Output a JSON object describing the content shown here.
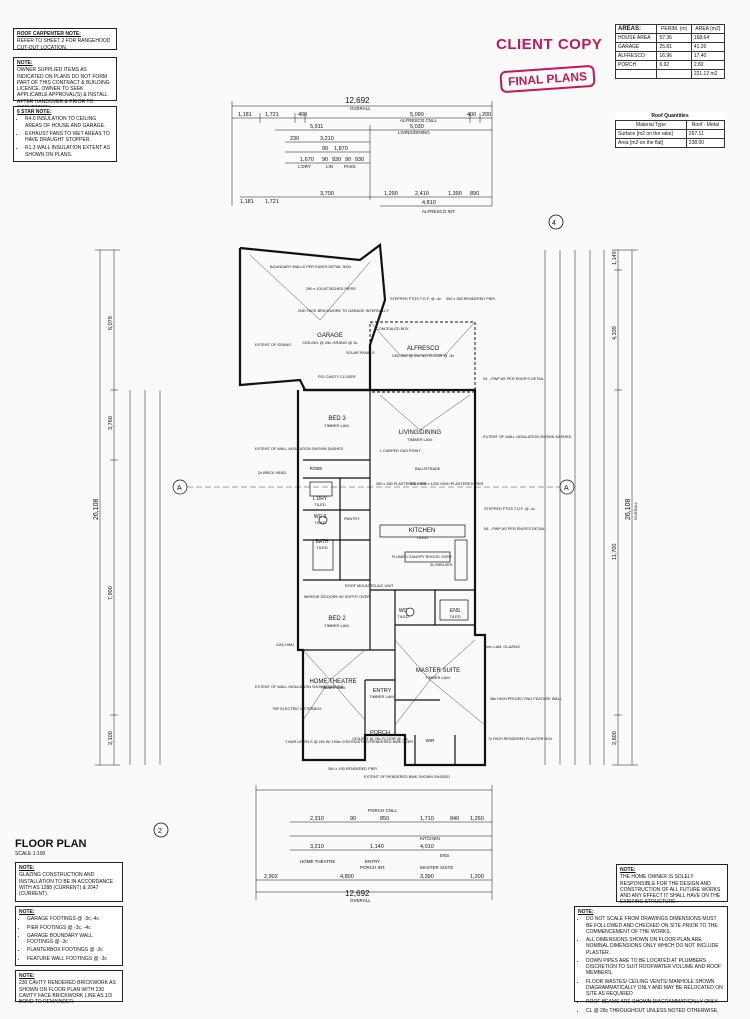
{
  "notes": {
    "roof_carpenter": {
      "title": "ROOF CARPENTER NOTE:",
      "text": "REFER TO SHEET 2 FOR RANGEHOOD CUT-OUT LOCATION."
    },
    "owner": {
      "title": "NOTE:",
      "text": "OWNER SUPPLIED ITEMS AS INDICATED ON PLANS DO NOT FORM PART OF THIS CONTRACT & BUILDING LICENCE. OWNER TO SEEK APPLICABLE APPROVAL(S) & INSTALL AFTER HANDOVER & PRIOR TO OCCUPATION."
    },
    "star": {
      "title": "6 STAR NOTE:",
      "items": [
        "R4.0 INSULATION TO CEILING AREAS OF HOUSE AND GARAGE.",
        "EXHAUST FANS TO WET AREAS TO HAVE DRAUGHT STOPPER.",
        "R1.3 WALL INSULATION EXTENT AS SHOWN ON PLANS."
      ]
    },
    "glazing": {
      "title": "NOTE:",
      "text": "GLAZING CONSTRUCTION AND INSTALLATION TO BE IN ACCORDANCE WITH AS 1288 (CURRENT) & 2047 (CURRENT)."
    },
    "footings": {
      "title": "NOTE:",
      "items": [
        "GARAGE FOOTINGS @ -3c,-4c",
        "PIER FOOTINGS @ -3c, -4c",
        "GARAGE BOUNDARY WALL FOOTINGS @ -3c",
        "PLANTERBOX FOOTINGS @ -3c",
        "FEATURE WALL FOOTINGS @ -3c"
      ]
    },
    "cavity": {
      "title": "NOTE:",
      "text": "230 CAVITY RENDERED BRICKWORK AS SHOWN ON FLOOR PLAN WITH 230 CAVITY FACE BRICKWORK LINE AS 1/3 BOND TO REMAINDER."
    },
    "owner_resp": {
      "title": "NOTE:",
      "text": "THE HOME OWNER IS SOLELY RESPONSIBLE FOR THE DESIGN AND CONSTRUCTION OF ALL FUTURE WORKS AND ANY EFFECT IT SHALL HAVE ON THE EXISTING STRUCTURE."
    },
    "general": {
      "title": "NOTE:",
      "items": [
        "DO NOT SCALE FROM DRAWINGS DIMENSIONS MUST BE FOLLOWED AND CHECKED ON SITE PRIOR TO THE COMMENCEMENT OF THE WORKS.",
        "ALL DIMENSIONS SHOWN ON FLOOR PLAN ARE NOMINAL DIMENSIONS ONLY WHICH DO NOT INCLUDE PLASTER.",
        "DOWN PIPES ARE TO BE LOCATED AT PLUMBERS DISCRETION TO SUIT ROOFWATER VOLUME AND ROOF MEMBERS.",
        "FLOOR WASTES/ CEILING VENTS/ MANHOLE SHOWN DIAGRAMMATICALLY ONLY AND MAY BE RELOCATED ON SITE AS REQUIRED",
        "ROOF BEAMS ARE SHOWN DIAGRAMMATICALLY ONLY.",
        "CL @ 28c THROUGHOUT UNLESS NOTED OTHERWISE."
      ]
    }
  },
  "stamps": {
    "client": "CLIENT COPY",
    "final": "FINAL PLANS"
  },
  "areas": {
    "title": "AREAS:",
    "col_perim": "PERIM. (m)",
    "col_area": "AREA (m2)",
    "rows": [
      [
        "HOUSE AREA",
        "57.36",
        "168.64"
      ],
      [
        "GARAGE",
        "25.81",
        "41.26"
      ],
      [
        "ALFRESCO",
        "16.96",
        "17.40"
      ],
      [
        "PORCH",
        "6.92",
        "2.82"
      ]
    ],
    "total": "221.12 m2"
  },
  "roof_quantities": {
    "title": "Roof Quantities",
    "h1": "Material Type",
    "h2": "Roof - Metal",
    "rows": [
      [
        "Surface [m2 on the rake]",
        "267.11"
      ],
      [
        "Area [m2 on the flat]",
        "238.00"
      ]
    ]
  },
  "rooms": {
    "garage": {
      "name": "GARAGE",
      "sub": "CEILING @ 25c GRANO @ 3c"
    },
    "alfresco": {
      "name": "ALFRESCO",
      "sub": "CEILING @ 25c NO FLOOR @ -3c"
    },
    "bed3": {
      "name": "BED 3",
      "sub": "TIMBER LAM."
    },
    "living": {
      "name": "LIVING/DINING",
      "sub": "TIMBER LAM."
    },
    "kitchen": {
      "name": "KITCHEN",
      "sub": "TILED"
    },
    "lndry": {
      "name": "L'DRY",
      "sub": "TILED"
    },
    "wc2": {
      "name": "WC 2",
      "sub": "TILED"
    },
    "bath": {
      "name": "BATH",
      "sub": "TILED"
    },
    "bed2": {
      "name": "BED 2",
      "sub": "TIMBER LAM."
    },
    "wc": {
      "name": "WC",
      "sub": "TILED"
    },
    "ens": {
      "name": "ENS",
      "sub": "TILED"
    },
    "home_theatre": {
      "name": "HOME THEATRE",
      "sub": "TIMBER LAM."
    },
    "entry": {
      "name": "ENTRY",
      "sub": "TIMBER LAM."
    },
    "master": {
      "name": "MASTER SUITE",
      "sub": "TIMBER LAM."
    },
    "porch": {
      "name": "PORCH",
      "sub": "CEILING @ 28c FLOOR @ -3c"
    },
    "robe": "ROBE",
    "pantry": "PANTRY",
    "wir": "WIR"
  },
  "annotations": {
    "boundary": "BOUNDARY WALLS PER EAVES DETAIL 3004",
    "attached_piers": "290 x 100 ATTACHED PIERS",
    "face_brick": "2ND FACE BRICKWORK TO GARAGE INTERNALLY",
    "concealed": "CONCEALED BOX",
    "stepped_ftgs": "STEPPED FTGS T.O.F. @ -4c",
    "rendered_pier": "350 x 350 RENDERED PIER",
    "pwp1": "N1 - PWP AS PER ENGR'S DETAIL",
    "extent_wall1": "EXTENT OF WALL INSULATION SHOWN DASHED",
    "balustrade": "BALUSTRADE",
    "carpet_gas": "L CARPED GAS POINT",
    "plastered_pier": "350 x 350 PLASTERED PIER",
    "high_pier": "230 x 230 x 1200 HIGH PLASTERED PIER",
    "flumed": "FLUMED CANOPY RHOOD OVER",
    "shelves": "4x SHELVES",
    "brick_head": "2x BRICK HEAD",
    "roof_ac": "ROOF MOUNTED A/C UNIT",
    "mirror_sliding": "MIRROR S/DOORS W/ SOFFIT OVER",
    "gas_hwu": "GAS HWU",
    "tbp_meter": "TBP ELECTRIC METERBOX",
    "lintels": "T-BAR LINTELS @ 25c W/ 190w CONTRASTING RENDERED BWK OVER",
    "rendered_pier2": "390 x 190 RENDERED PIER",
    "extent_bwk": "EXTENT OF RENDERED BWK SHOWN SHADED",
    "planter": "7c HIGH RENDERED PLANTER BOX",
    "feature_wall": "38c HIGH PROJECTING FEATURE WALL",
    "glazing6": "6mm LAM. GLAZING",
    "section_a": "A",
    "grano": "EXTENT OF GRANO",
    "pgi": "PGI CAVITY CLOSER",
    "solar": "SOLAR PANELS"
  },
  "dims_top": {
    "overall": "12,692",
    "overall_lbl": "OVERALL",
    "r1": [
      "1,181",
      "1,721",
      "400",
      "5,090",
      "400",
      "200"
    ],
    "r2": [
      "5,911",
      "5,030"
    ],
    "alf_label": "ALFRESCO CNLL",
    "living_label": "LIVING/DINING",
    "r3": [
      "3,210",
      "230"
    ],
    "r4": [
      "1,870",
      "90"
    ],
    "r5": [
      "1,670",
      "90",
      "930",
      "90",
      "930"
    ],
    "r6": [
      "L'DRY",
      "LIN",
      "PASS"
    ],
    "r7": [
      "3,700",
      "1,290",
      "2,410",
      "1,390",
      "890"
    ],
    "bottom": [
      "4,810",
      "1,181",
      "1,721"
    ],
    "bottom_lbl": "ALFRESCO INT."
  },
  "dims_bottom": {
    "overall": "12,692",
    "overall_lbl": "OVERALL",
    "r1": [
      "2,902",
      "4,800",
      "3,390",
      "1,200"
    ],
    "r2": [
      "2,310",
      "90",
      "850",
      "1,710",
      "840",
      "1,260"
    ],
    "r3": [
      "3,210",
      "1,140",
      "4,010"
    ],
    "r4": [
      "HOME THEATRE",
      "ENTRY",
      "KITCHEN"
    ],
    "r5": [
      "PORCH INT.",
      "MASTER SUITE"
    ],
    "porch_cnll": "PORCH CNLL",
    "ens_label": "ENS"
  },
  "dims_left": {
    "overall": "26,108",
    "r1": [
      "6,078",
      "3,760",
      "7,900",
      "2,100"
    ]
  },
  "dims_right": {
    "overall": "26,108",
    "r1": [
      "1,149",
      "4,339",
      "11,700",
      "2,600"
    ],
    "lbl": "OVERALL"
  },
  "north": [
    "4",
    "2"
  ],
  "floor_plan": {
    "title": "FLOOR PLAN",
    "scale": "SCALE 1:100"
  }
}
